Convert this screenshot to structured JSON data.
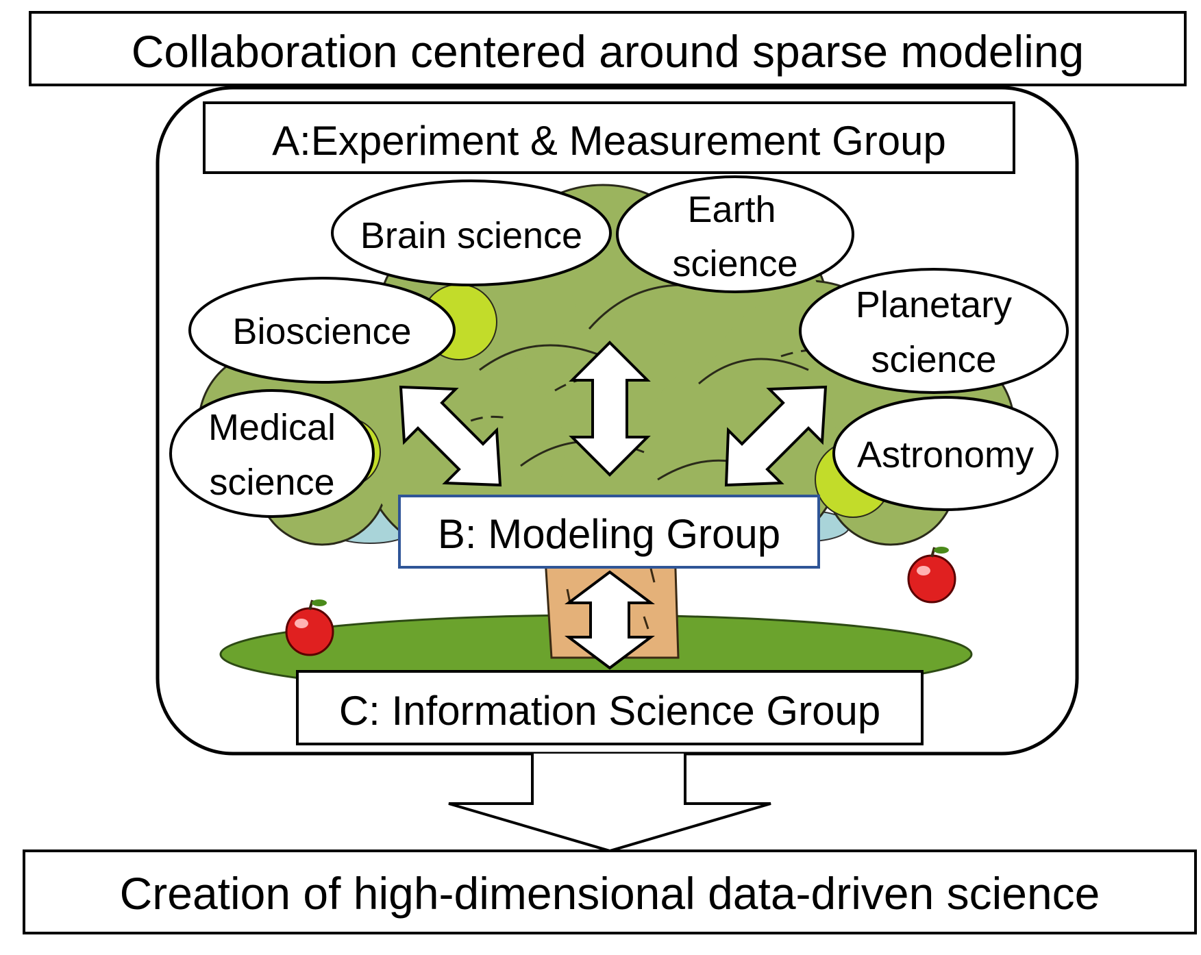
{
  "title": "Collaboration centered around sparse modeling",
  "groups": {
    "a": "A:Experiment & Measurement Group",
    "b": "B: Modeling Group",
    "c": "C: Information Science Group"
  },
  "fields": {
    "brain": "Brain science",
    "earth": [
      "Earth",
      "science"
    ],
    "bio": "Bioscience",
    "planetary": [
      "Planetary",
      "science"
    ],
    "medical": [
      "Medical",
      "science"
    ],
    "astronomy": "Astronomy"
  },
  "result": "Creation of high-dimensional data-driven science",
  "colors": {
    "foliage": "#9bb45e",
    "foliage_light": "#c2dc2a",
    "grass": "#6ba32d",
    "trunk": "#e4b179",
    "water": "#a9d4d9",
    "apple": "#e02020",
    "modeling_border": "#2f5597"
  }
}
